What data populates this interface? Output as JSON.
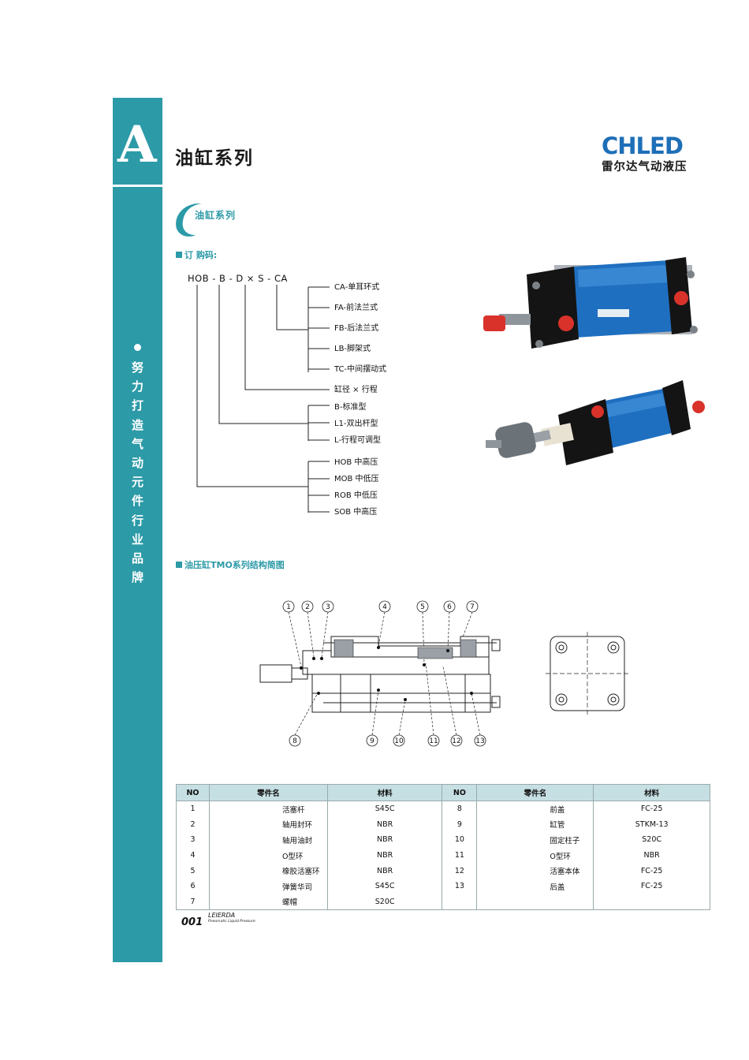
{
  "sidebar": {
    "letter": "A",
    "slogan_chars": [
      "努",
      "力",
      "打",
      "造",
      "气",
      "动",
      "元",
      "件",
      "行",
      "业",
      "品",
      "牌"
    ]
  },
  "header": {
    "title": "油缸系列",
    "logo_en": "CHLED",
    "logo_cn": "雷尔达气动液压"
  },
  "subtitle": "油缸系列",
  "order_code": {
    "heading": "订 购码:",
    "code": "HOB - B - D × S - CA",
    "mount_options": [
      "CA-单耳环式",
      "FA-前法兰式",
      "FB-后法兰式",
      "LB-脚架式",
      "TC-中间摆动式"
    ],
    "size_option": "缸径 × 行程",
    "rod_options": [
      "B-标准型",
      "L1-双出杆型",
      "L-行程可调型"
    ],
    "series_options": [
      "HOB  中高压",
      "MOB  中低压",
      "ROB  中低压",
      "SOB  中高压"
    ]
  },
  "structure": {
    "heading": "油压缸TMO系列结构简图",
    "top_callouts": [
      "1",
      "2",
      "3",
      "4",
      "5",
      "6",
      "7"
    ],
    "bottom_callouts": [
      "8",
      "9",
      "10",
      "11",
      "12",
      "13"
    ]
  },
  "parts_table": {
    "headers": [
      "NO",
      "零件名",
      "材料",
      "NO",
      "零件名",
      "材料"
    ],
    "rows": [
      [
        "1",
        "活塞杆",
        "S45C",
        "8",
        "前盖",
        "FC-25"
      ],
      [
        "2",
        "轴用封环",
        "NBR",
        "9",
        "缸管",
        "STKM-13"
      ],
      [
        "3",
        "轴用油封",
        "NBR",
        "10",
        "固定柱子",
        "S20C"
      ],
      [
        "4",
        "O型环",
        "NBR",
        "11",
        "O型环",
        "NBR"
      ],
      [
        "5",
        "橡胶活塞环",
        "NBR",
        "12",
        "活塞本体",
        "FC-25"
      ],
      [
        "6",
        "弹簧华司",
        "S45C",
        "13",
        "后盖",
        "FC-25"
      ],
      [
        "7",
        "螺帽",
        "S20C",
        "",
        "",
        ""
      ]
    ]
  },
  "footer": {
    "page_number": "001",
    "brand": "LEIERDA",
    "brand_sub": "Pneumatic Liquid Pressure"
  },
  "colors": {
    "accent": "#2c9aa7",
    "logo_blue": "#1e6fb8",
    "table_header": "#c6dfe3",
    "cylinder_blue": "#1f6fc0",
    "cap_red": "#d8322b"
  }
}
